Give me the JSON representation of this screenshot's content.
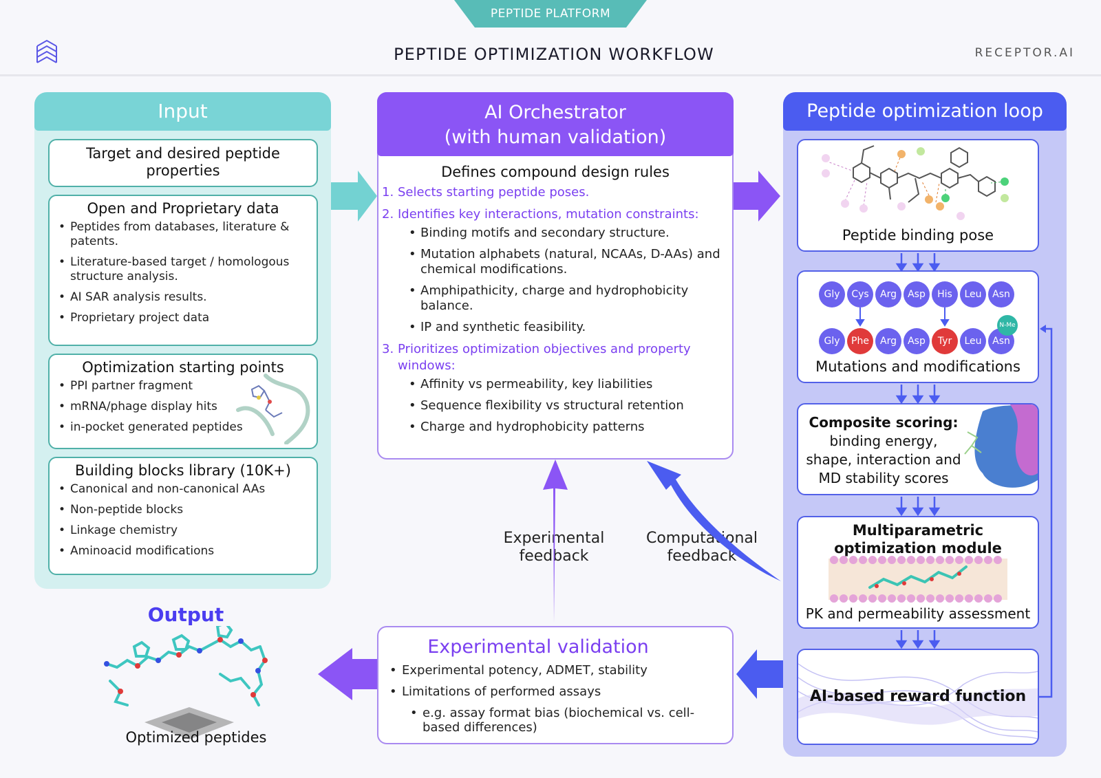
{
  "header": {
    "badge": "PEPTIDE PLATFORM",
    "title": "PEPTIDE OPTIMIZATION WORKFLOW",
    "brand": "RECEPTOR.AI"
  },
  "colors": {
    "teal": "#79d4d6",
    "teal_light": "#d4f0f0",
    "purple": "#8b55f5",
    "blue": "#4b5cf0",
    "blue_light": "#c5c8f7",
    "red": "#e03a3a"
  },
  "input": {
    "title": "Input",
    "target_box": "Target and desired peptide properties",
    "data_box": {
      "title": "Open and Proprietary data",
      "items": [
        "Peptides from databases, literature & patents.",
        "Literature-based target / homologous structure analysis.",
        "AI SAR analysis results.",
        "Proprietary project data"
      ]
    },
    "starting_box": {
      "title": "Optimization starting points",
      "items": [
        "PPI partner fragment",
        "mRNA/phage display hits",
        "in-pocket generated peptides"
      ]
    },
    "library_box": {
      "title": "Building blocks library (10K+)",
      "items": [
        "Canonical and non-canonical AAs",
        "Non-peptide blocks",
        "Linkage chemistry",
        "Aminoacid modifications"
      ]
    }
  },
  "orchestrator": {
    "title_line1": "AI Orchestrator",
    "title_line2": "(with human validation)",
    "subtitle": "Defines compound design rules",
    "step1": {
      "num": "1.",
      "text": "Selects starting peptide poses."
    },
    "step2": {
      "num": "2.",
      "text": "Identifies key interactions, mutation constraints:",
      "items": [
        "Binding motifs and secondary structure.",
        "Mutation alphabets (natural, NCAAs, D-AAs) and chemical modifications.",
        "Amphipathicity, charge and hydrophobicity balance.",
        "IP and synthetic feasibility."
      ]
    },
    "step3": {
      "num": "3.",
      "text": "Prioritizes optimization objectives and property windows:",
      "items": [
        "Affinity vs permeability, key liabilities",
        "Sequence flexibility vs structural retention",
        "Charge and hydrophobicity patterns"
      ]
    }
  },
  "loop": {
    "title": "Peptide optimization loop",
    "binding_pose": "Peptide binding pose",
    "mutations": {
      "label": "Mutations and modifications",
      "row1": [
        "Gly",
        "Cys",
        "Arg",
        "Asp",
        "His",
        "Leu",
        "Asn"
      ],
      "row2": [
        "Gly",
        "Phe",
        "Arg",
        "Asp",
        "Tyr",
        "Leu",
        "Asn"
      ],
      "modification": "N-Me"
    },
    "scoring": {
      "title": "Composite scoring:",
      "line1": "binding energy,",
      "line2": "shape, interaction and",
      "line3": "MD stability scores"
    },
    "mpo": {
      "title_line1": "Multiparametric",
      "title_line2": "optimization module",
      "caption": "PK and permeability assessment"
    },
    "reward": "AI-based reward function"
  },
  "feedback": {
    "experimental_line1": "Experimental",
    "experimental_line2": "feedback",
    "computational_line1": "Computational",
    "computational_line2": "feedback"
  },
  "validation": {
    "title": "Experimental validation",
    "items": [
      "Experimental potency, ADMET, stability",
      "Limitations of performed assays"
    ],
    "sub_item": "e.g. assay format bias (biochemical vs. cell-based differences)"
  },
  "output": {
    "title": "Output",
    "caption": "Optimized peptides"
  }
}
